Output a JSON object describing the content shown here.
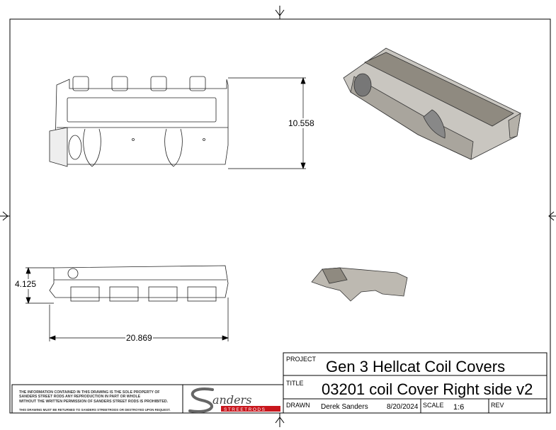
{
  "dimensions": {
    "height_top_view": "10.558",
    "height_front_view": "4.125",
    "width_front_view": "20.869"
  },
  "title_block": {
    "project_label": "PROJECT",
    "project": "Gen 3 Hellcat Coil Covers",
    "title_label": "TITLE",
    "title": "03201 coil Cover Right side v2",
    "drawn_label": "DRAWN",
    "drawn_by": "Derek Sanders",
    "date": "8/20/2024",
    "scale_label": "SCALE",
    "scale": "1:6",
    "rev_label": "REV",
    "rev": ""
  },
  "disclaimer": {
    "line1": "THE INFORMATION CONTAINED IN THIS DRAWING IS THE SOLE PROPERTY OF",
    "line2": "SANDERS STREET RODS ANY REPRODUCTION IN PART OR WHOLE",
    "line3": "WITHOUT THE WRITTEN PERMISSION OF SANDERS STREET RODS IS PROHIBITED.",
    "line4": "THIS DRAWING MUST BE RETURNED TO SANDERS STREETRODS OR DESTROYED UPON REQUEST."
  },
  "logo": {
    "name": "Sanders",
    "subtitle": "STREETRODS"
  }
}
